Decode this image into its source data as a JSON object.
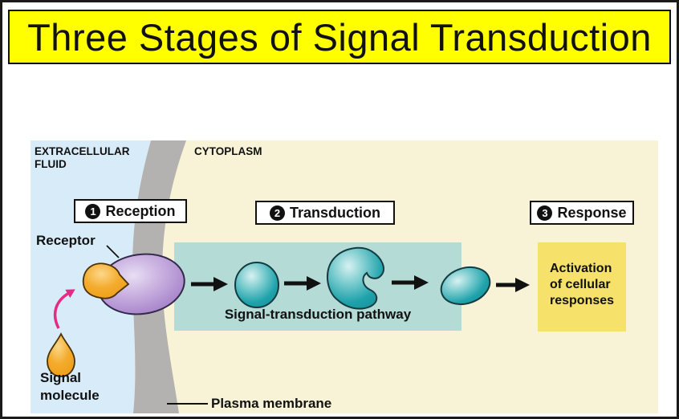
{
  "title": "Three Stages of Signal Transduction",
  "diagram": {
    "region_labels": {
      "extracellular": "EXTRACELLULAR\nFLUID",
      "cytoplasm": "CYTOPLASM"
    },
    "stages": [
      {
        "number": "1",
        "label": "Reception"
      },
      {
        "number": "2",
        "label": "Transduction"
      },
      {
        "number": "3",
        "label": "Response"
      }
    ],
    "labels": {
      "receptor": "Receptor",
      "signal_molecule": "Signal\nmolecule",
      "pathway": "Signal-transduction pathway",
      "activation": "Activation\nof cellular\nresponses",
      "plasma_membrane": "Plasma membrane"
    },
    "colors": {
      "banner_bg": "#ffff00",
      "extracellular_bg": "#d7ebf8",
      "cytoplasm_bg": "#f8f3d6",
      "membrane_gray": "#b4b2b0",
      "pathway_box": "#b5dbd7",
      "activation_box": "#f6e26b",
      "relay_molecule_teal": "#1fa2ab",
      "receptor_purple": "#b795d3",
      "signal_molecule_orange": "#f4ac2e",
      "signal_arrow_pink": "#e62a85"
    }
  }
}
